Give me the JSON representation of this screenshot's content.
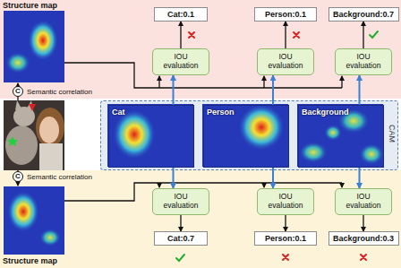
{
  "diagram": {
    "nodes": [
      {
        "text": [
          "Structure map"
        ]
      },
      {
        "text": [
          "Cat:0.1"
        ],
        "in": 0
      },
      {
        "text": [
          "Person:0.1"
        ],
        "in": 0
      },
      {
        "text": [
          "Background:0.7"
        ],
        "in": 0
      },
      {
        "text": [
          "IOU evaluation"
        ],
        "in": 0
      },
      {
        "text": [
          "IOU evaluation"
        ],
        "in": 0
      },
      {
        "text": [
          "IOU evaluation"
        ],
        "in": 0
      },
      {
        "text": [
          "C",
          "Semantic correlation"
        ],
        "in": 0
      },
      {
        "text": [
          "CAM"
        ]
      },
      {
        "text": [
          "Cat"
        ],
        "in": 8
      },
      {
        "text": [
          "Person"
        ],
        "in": 8
      },
      {
        "text": [
          "Background"
        ],
        "in": 8
      },
      {
        "text": [
          "Structure map"
        ]
      },
      {
        "text": [
          "C",
          "Semantic correlation"
        ],
        "in": 12
      },
      {
        "text": [
          "IOU evaluation"
        ],
        "in": 12
      },
      {
        "text": [
          "IOU evaluation"
        ],
        "in": 12
      },
      {
        "text": [
          "IOU evaluation"
        ],
        "in": 12
      },
      {
        "text": [
          "Cat:0.7"
        ],
        "in": 12
      },
      {
        "text": [
          "Person:0.1"
        ],
        "in": 12
      },
      {
        "text": [
          "Background:0.3"
        ],
        "in": 12
      }
    ],
    "edges": [
      {
        "from": 4,
        "to": 1,
        "arrow": "to"
      },
      {
        "from": 5,
        "to": 2,
        "arrow": "to"
      },
      {
        "from": 6,
        "to": 3,
        "arrow": "to"
      },
      {
        "from": 9,
        "to": 4,
        "arrow": "to"
      },
      {
        "from": 10,
        "to": 5,
        "arrow": "to"
      },
      {
        "from": 11,
        "to": 6,
        "arrow": "to"
      },
      {
        "from": 9,
        "to": 14,
        "arrow": "to"
      },
      {
        "from": 10,
        "to": 15,
        "arrow": "to"
      },
      {
        "from": 11,
        "to": 16,
        "arrow": "to"
      },
      {
        "from": 14,
        "to": 17,
        "arrow": "to"
      },
      {
        "from": 15,
        "to": 18,
        "arrow": "to"
      },
      {
        "from": 16,
        "to": 19,
        "arrow": "to"
      }
    ]
  }
}
